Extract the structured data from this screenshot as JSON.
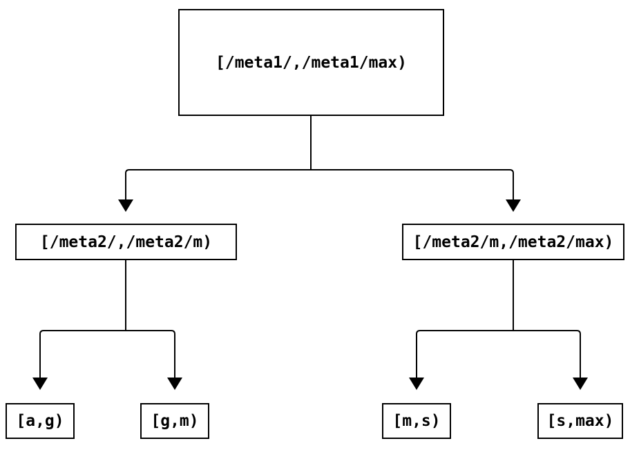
{
  "diagram": {
    "type": "tree",
    "nodes": {
      "root": {
        "id": "root",
        "label": "[/meta1/,/meta1/max)"
      },
      "meta2_low": {
        "id": "meta2_low",
        "label": "[/meta2/,/meta2/m)"
      },
      "meta2_high": {
        "id": "meta2_high",
        "label": "[/meta2/m,/meta2/max)"
      },
      "leaf_ag": {
        "id": "leaf_ag",
        "label": "[a,g)"
      },
      "leaf_gm": {
        "id": "leaf_gm",
        "label": "[g,m)"
      },
      "leaf_ms": {
        "id": "leaf_ms",
        "label": "[m,s)"
      },
      "leaf_smax": {
        "id": "leaf_smax",
        "label": "[s,max)"
      }
    },
    "edges": [
      {
        "from": "root",
        "to": "meta2_low"
      },
      {
        "from": "root",
        "to": "meta2_high"
      },
      {
        "from": "meta2_low",
        "to": "leaf_ag"
      },
      {
        "from": "meta2_low",
        "to": "leaf_gm"
      },
      {
        "from": "meta2_high",
        "to": "leaf_ms"
      },
      {
        "from": "meta2_high",
        "to": "leaf_smax"
      }
    ],
    "colors": {
      "background": "#ffffff",
      "node_border": "#000000",
      "node_fill": "#ffffff",
      "line": "#000000",
      "text": "#000000"
    }
  }
}
